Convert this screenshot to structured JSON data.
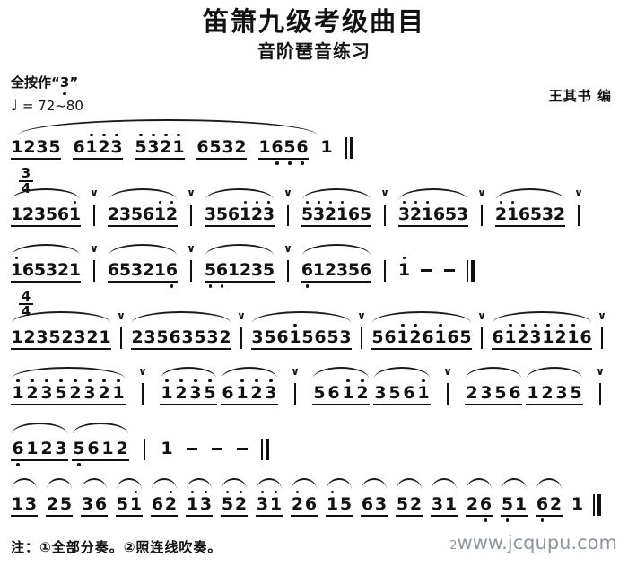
{
  "page": {
    "title": "笛箫九级考级曲目",
    "subtitle": "音阶琶音练习",
    "fingering": {
      "prefix": "全按作",
      "open": "“",
      "note": "3",
      "close": "”"
    },
    "tempo": {
      "glyph": "♩",
      "text": "= 72~80"
    },
    "author": "王其书 编",
    "footnote": "注：①全部分奏。②照连线吹奏。",
    "watermark": {
      "prefix": "2",
      "text": "www.jcqupu.com"
    },
    "breath_glyph": "∨",
    "ink": "#111111"
  },
  "score": {
    "legend": "note tokens: digit, apostrophe = dot above (high octave), comma = dot below (low octave); cell types: g=beamed group, n=single note, b=barline (v=breath mark above, f=final double bar), d=dash",
    "lines": [
      {
        "name": "line-1",
        "style": "l1",
        "line_slur": true,
        "cells": [
          {
            "t": "g",
            "n": [
              "1",
              "2",
              "3",
              "5"
            ]
          },
          {
            "t": "g",
            "n": [
              "6",
              "1'",
              "2'",
              "3'"
            ]
          },
          {
            "t": "g",
            "n": [
              "5'",
              "3'",
              "2'",
              "1'"
            ]
          },
          {
            "t": "g",
            "n": [
              "6",
              "5",
              "3",
              "2"
            ]
          },
          {
            "t": "g",
            "n": [
              "1",
              "6,",
              "5,",
              "6,"
            ]
          },
          {
            "t": "n",
            "n": "1"
          },
          {
            "t": "b",
            "f": true
          }
        ]
      },
      {
        "name": "line-2",
        "style": "l2",
        "ts": [
          "3",
          "4"
        ],
        "cells": [
          {
            "t": "g",
            "s": true,
            "n": [
              "1",
              "2",
              "3",
              "5",
              "6",
              "1'"
            ]
          },
          {
            "t": "b",
            "v": true
          },
          {
            "t": "g",
            "s": true,
            "n": [
              "2",
              "3",
              "5",
              "6",
              "1'",
              "2'"
            ]
          },
          {
            "t": "b",
            "v": true
          },
          {
            "t": "g",
            "s": true,
            "n": [
              "3",
              "5",
              "6",
              "1'",
              "2'",
              "3'"
            ]
          },
          {
            "t": "b",
            "v": true
          },
          {
            "t": "g",
            "s": true,
            "n": [
              "5'",
              "3'",
              "2'",
              "1'",
              "6",
              "5"
            ]
          },
          {
            "t": "b",
            "v": true
          },
          {
            "t": "g",
            "s": true,
            "n": [
              "3'",
              "2'",
              "1'",
              "6",
              "5",
              "3"
            ]
          },
          {
            "t": "b",
            "v": true
          },
          {
            "t": "g",
            "s": true,
            "n": [
              "2'",
              "1'",
              "6",
              "5",
              "3",
              "2"
            ]
          },
          {
            "t": "b",
            "v": true
          }
        ]
      },
      {
        "name": "line-3",
        "style": "l3",
        "cells": [
          {
            "t": "g",
            "s": true,
            "n": [
              "1'",
              "6",
              "5",
              "3",
              "2",
              "1"
            ]
          },
          {
            "t": "b",
            "v": true
          },
          {
            "t": "g",
            "s": true,
            "n": [
              "6",
              "5",
              "3",
              "2",
              "1",
              "6,"
            ]
          },
          {
            "t": "b",
            "v": true
          },
          {
            "t": "g",
            "s": true,
            "n": [
              "5,",
              "6,",
              "1",
              "2",
              "3",
              "5"
            ]
          },
          {
            "t": "b",
            "v": true
          },
          {
            "t": "g",
            "s": true,
            "n": [
              "6,",
              "1",
              "2",
              "3",
              "5",
              "6"
            ]
          },
          {
            "t": "b"
          },
          {
            "t": "n",
            "n": "1'"
          },
          {
            "t": "d"
          },
          {
            "t": "d"
          },
          {
            "t": "b",
            "f": true
          }
        ]
      },
      {
        "name": "line-4",
        "style": "l4",
        "ts": [
          "4",
          "4"
        ],
        "cells": [
          {
            "t": "g",
            "s": true,
            "n": [
              "1",
              "2",
              "3",
              "5",
              "2",
              "3",
              "2",
              "1"
            ]
          },
          {
            "t": "b",
            "v": true
          },
          {
            "t": "g",
            "s": true,
            "n": [
              "2",
              "3",
              "5",
              "6",
              "3",
              "5",
              "3",
              "2"
            ]
          },
          {
            "t": "b",
            "v": true
          },
          {
            "t": "g",
            "s": true,
            "n": [
              "3",
              "5",
              "6",
              "1'",
              "5",
              "6",
              "5",
              "3"
            ]
          },
          {
            "t": "b",
            "v": true
          },
          {
            "t": "g",
            "s": true,
            "n": [
              "5",
              "6",
              "1'",
              "2'",
              "6",
              "1'",
              "6",
              "5"
            ]
          },
          {
            "t": "b",
            "v": true
          },
          {
            "t": "g",
            "s": true,
            "n": [
              "6",
              "1'",
              "2'",
              "3'",
              "1'",
              "2'",
              "1'",
              "6"
            ]
          },
          {
            "t": "b",
            "v": true
          }
        ]
      },
      {
        "name": "line-5",
        "style": "l5",
        "cells": [
          {
            "t": "g",
            "s": true,
            "n": [
              "1'",
              "2'",
              "3'",
              "5'",
              "2'",
              "3'",
              "2'",
              "1'"
            ]
          },
          {
            "t": "b",
            "v": true
          },
          {
            "t": "g",
            "s": true,
            "n": [
              "1'",
              "2'",
              "3'",
              "5'"
            ]
          },
          {
            "t": "g",
            "s": true,
            "j": true,
            "n": [
              "6",
              "1'",
              "2'",
              "3'"
            ]
          },
          {
            "t": "b",
            "v": true
          },
          {
            "t": "g",
            "s": true,
            "n": [
              "5",
              "6",
              "1'",
              "2'"
            ]
          },
          {
            "t": "g",
            "s": true,
            "j": true,
            "n": [
              "3",
              "5",
              "6",
              "1'"
            ]
          },
          {
            "t": "b",
            "v": true
          },
          {
            "t": "g",
            "s": true,
            "n": [
              "2",
              "3",
              "5",
              "6"
            ]
          },
          {
            "t": "g",
            "s": true,
            "j": true,
            "n": [
              "1",
              "2",
              "3",
              "5"
            ]
          },
          {
            "t": "b",
            "v": true
          }
        ]
      },
      {
        "name": "line-6",
        "style": "l6",
        "cells": [
          {
            "t": "g",
            "s": true,
            "n": [
              "6,",
              "1",
              "2",
              "3"
            ]
          },
          {
            "t": "g",
            "s": true,
            "j": true,
            "n": [
              "5,",
              "6",
              "1",
              "2"
            ]
          },
          {
            "t": "b"
          },
          {
            "t": "n",
            "n": "1"
          },
          {
            "t": "d"
          },
          {
            "t": "d"
          },
          {
            "t": "d"
          },
          {
            "t": "b",
            "f": true
          }
        ]
      },
      {
        "name": "line-7",
        "style": "l7",
        "cells": [
          {
            "t": "g",
            "s": true,
            "n": [
              "1",
              "3"
            ]
          },
          {
            "t": "g",
            "s": true,
            "n": [
              "2",
              "5"
            ]
          },
          {
            "t": "g",
            "s": true,
            "n": [
              "3",
              "6"
            ]
          },
          {
            "t": "g",
            "s": true,
            "n": [
              "5",
              "1'"
            ]
          },
          {
            "t": "g",
            "s": true,
            "n": [
              "6",
              "2'"
            ]
          },
          {
            "t": "g",
            "s": true,
            "n": [
              "1'",
              "3'"
            ]
          },
          {
            "t": "g",
            "s": true,
            "n": [
              "5'",
              "2'"
            ]
          },
          {
            "t": "g",
            "s": true,
            "n": [
              "3'",
              "1'"
            ]
          },
          {
            "t": "g",
            "s": true,
            "n": [
              "2'",
              "6"
            ]
          },
          {
            "t": "g",
            "s": true,
            "n": [
              "1'",
              "5"
            ]
          },
          {
            "t": "g",
            "s": true,
            "n": [
              "6",
              "3"
            ]
          },
          {
            "t": "g",
            "s": true,
            "n": [
              "5",
              "2"
            ]
          },
          {
            "t": "g",
            "s": true,
            "n": [
              "3",
              "1"
            ]
          },
          {
            "t": "g",
            "s": true,
            "n": [
              "2",
              "6,"
            ]
          },
          {
            "t": "g",
            "s": true,
            "n": [
              "5,",
              "1"
            ]
          },
          {
            "t": "g",
            "s": true,
            "n": [
              "6,",
              "2"
            ]
          },
          {
            "t": "n",
            "n": "1"
          },
          {
            "t": "b",
            "f": true
          }
        ]
      }
    ]
  }
}
